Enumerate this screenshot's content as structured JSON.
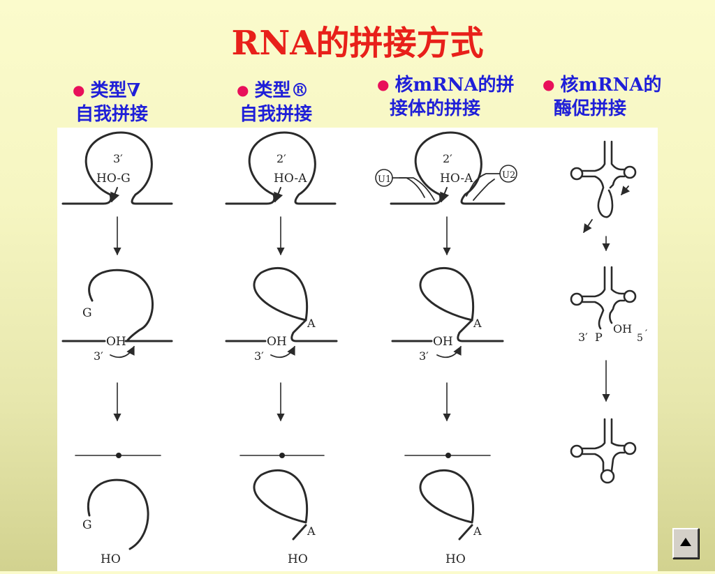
{
  "title": "RNA的拼接方式",
  "columns": [
    {
      "line1": "类型∇",
      "line2": "自我拼接"
    },
    {
      "line1": "类型®",
      "line2": "自我拼接"
    },
    {
      "line1": "核mRNA的拼",
      "line2": "接体的拼接"
    },
    {
      "line1": "核mRNA的",
      "line2": "酶促拼接"
    }
  ],
  "labels": {
    "c1_top": "3′",
    "c1_top2": "HO-G",
    "c1_g": "G",
    "c1_oh": "OH",
    "c1_3": "3′",
    "c1_g2": "G",
    "c1_ho": "HO",
    "c2_top": "2′",
    "c2_top2": "HO-A",
    "c2_a": "A",
    "c2_oh": "OH",
    "c2_3": "3′",
    "c2_a2": "A",
    "c2_ho": "HO",
    "c3_top": "2′",
    "c3_top2": "HO-A",
    "c3_u1": "U1",
    "c3_u2": "U2",
    "c3_a": "A",
    "c3_oh": "OH",
    "c3_3": "3′",
    "c3_a2": "A",
    "c3_ho": "HO",
    "c4_3p": "3′",
    "c4_p": "P",
    "c4_oh": "OH",
    "c4_5": "5",
    "c4_5p": "′"
  },
  "nav": {
    "icon": "triangle-up-icon"
  }
}
